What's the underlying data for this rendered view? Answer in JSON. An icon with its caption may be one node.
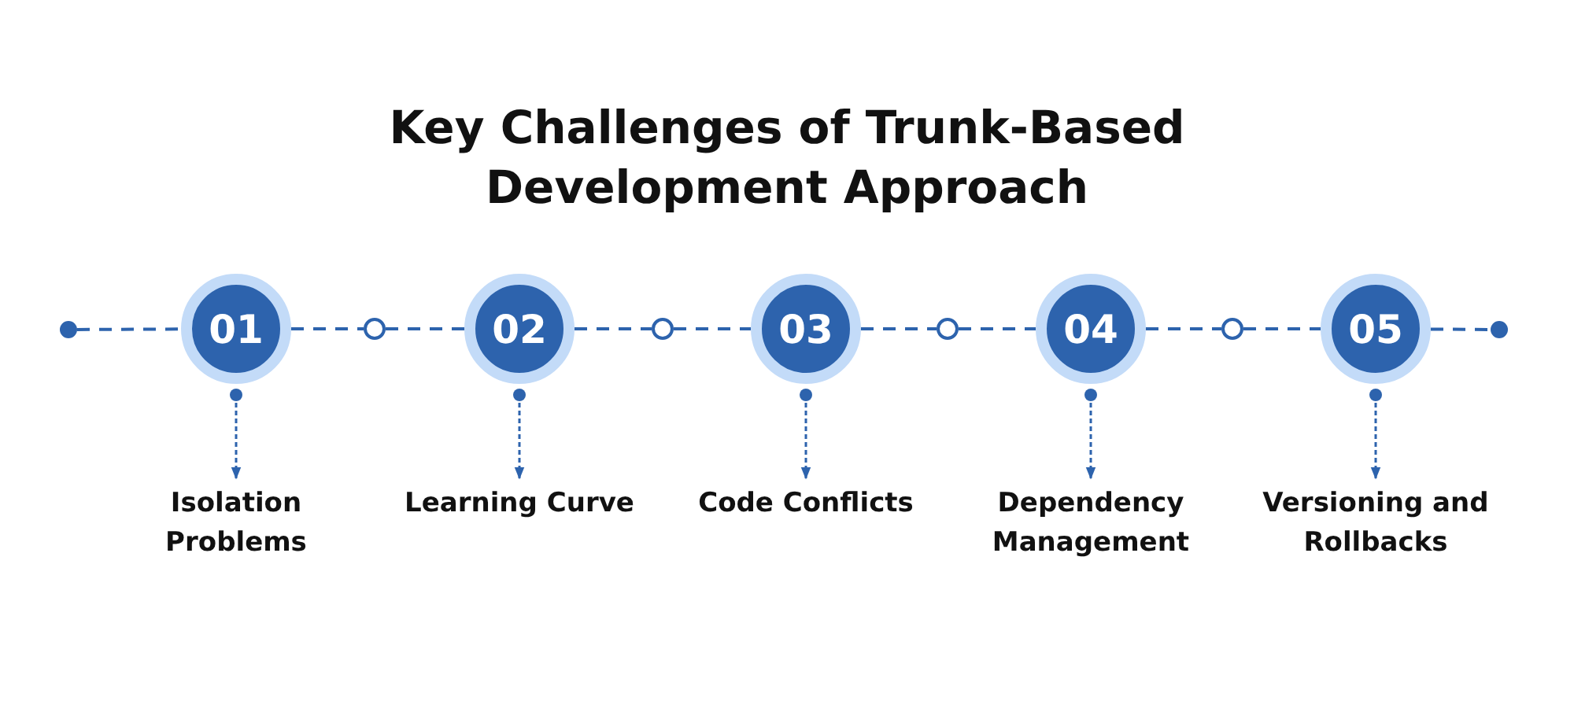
{
  "diagram": {
    "title": "Key Challenges of Trunk-Based Development Approach",
    "nodes": [
      {
        "text": [],
        "shape": "circle"
      },
      {
        "text": [
          "01"
        ]
      },
      {
        "text": [],
        "shape": "circle"
      },
      {
        "text": [
          "02"
        ]
      },
      {
        "text": [],
        "shape": "circle"
      },
      {
        "text": [
          "03"
        ]
      },
      {
        "text": [],
        "shape": "circle"
      },
      {
        "text": [
          "04"
        ]
      },
      {
        "text": [],
        "shape": "circle"
      },
      {
        "text": [
          "05"
        ]
      },
      {
        "text": [],
        "shape": "circle"
      },
      {
        "text": [
          "Isolation Problems"
        ]
      },
      {
        "text": [
          "Learning Curve"
        ]
      },
      {
        "text": [
          "Code Conflicts"
        ]
      },
      {
        "text": [
          "Dependency Management"
        ]
      },
      {
        "text": [
          "Versioning and Rollbacks"
        ]
      }
    ],
    "edges": [
      {
        "from": 0,
        "to": 1,
        "arrow": "none",
        "style": "dashed"
      },
      {
        "from": 1,
        "to": 2,
        "arrow": "none",
        "style": "dashed"
      },
      {
        "from": 2,
        "to": 3,
        "arrow": "none",
        "style": "dashed"
      },
      {
        "from": 3,
        "to": 4,
        "arrow": "none",
        "style": "dashed"
      },
      {
        "from": 4,
        "to": 5,
        "arrow": "none",
        "style": "dashed"
      },
      {
        "from": 5,
        "to": 6,
        "arrow": "none",
        "style": "dashed"
      },
      {
        "from": 6,
        "to": 7,
        "arrow": "none",
        "style": "dashed"
      },
      {
        "from": 7,
        "to": 8,
        "arrow": "none",
        "style": "dashed"
      },
      {
        "from": 8,
        "to": 9,
        "arrow": "none",
        "style": "dashed"
      },
      {
        "from": 9,
        "to": 10,
        "arrow": "none",
        "style": "dashed"
      },
      {
        "from": 1,
        "to": 11,
        "arrow": "to",
        "style": "dashed"
      },
      {
        "from": 3,
        "to": 12,
        "arrow": "to",
        "style": "dashed"
      },
      {
        "from": 5,
        "to": 13,
        "arrow": "to",
        "style": "dashed"
      },
      {
        "from": 7,
        "to": 14,
        "arrow": "to",
        "style": "dashed"
      },
      {
        "from": 9,
        "to": 15,
        "arrow": "to",
        "style": "dashed"
      }
    ]
  }
}
